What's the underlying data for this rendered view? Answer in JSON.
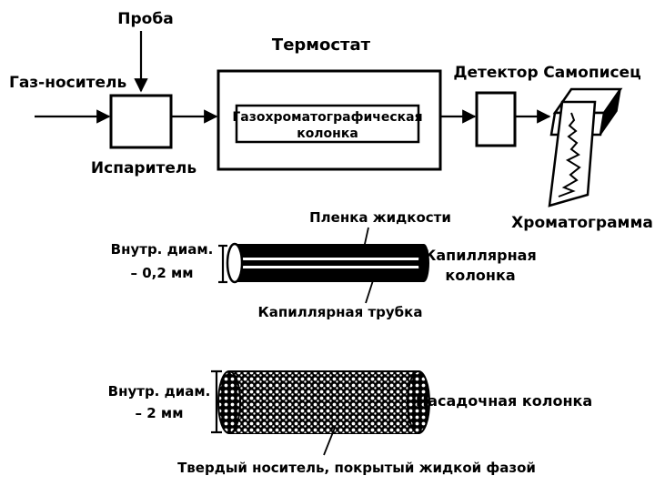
{
  "labels": {
    "probe": "Проба",
    "carrier_gas": "Газ-носитель",
    "evaporator": "Испаритель",
    "thermostat": "Термостат",
    "gc_column_line1": "Газохроматографическая",
    "gc_column_line2": "колонка",
    "detector": "Детектор",
    "recorder": "Самописец",
    "chromatogram": "Хроматограмма",
    "liquid_film": "Пленка жидкости",
    "capillary_inner_diam_line1": "Внутр. диам.",
    "capillary_inner_diam_line2": "– 0,2 мм",
    "capillary_column_line1": "Капиллярная",
    "capillary_column_line2": "колонка",
    "capillary_tube": "Капиллярная трубка",
    "packed_inner_diam_line1": "Внутр. диам.",
    "packed_inner_diam_line2": "– 2 мм",
    "packed_column": "Насадочная колонка",
    "solid_support": "Твердый носитель, покрытый жидкой фазой"
  },
  "colors": {
    "ink": "#000000",
    "paper": "#ffffff"
  }
}
